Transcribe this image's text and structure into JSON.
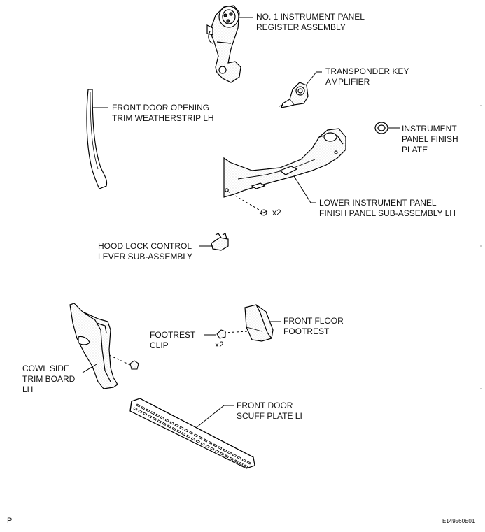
{
  "diagram": {
    "labels": {
      "register": [
        "NO. 1 INSTRUMENT PANEL",
        "REGISTER ASSEMBLY"
      ],
      "transponder": [
        "TRANSPONDER KEY",
        "AMPLIFIER"
      ],
      "weatherstrip": [
        "FRONT DOOR OPENING",
        "TRIM WEATHERSTRIP LH"
      ],
      "finish_plate": [
        "INSTRUMENT",
        "PANEL FINISH",
        "PLATE"
      ],
      "lower_panel": [
        "LOWER INSTRUMENT PANEL",
        "FINISH PANEL SUB-ASSEMBLY LH"
      ],
      "hood_lever": [
        "HOOD LOCK CONTROL",
        "LEVER SUB-ASSEMBLY"
      ],
      "footrest": [
        "FRONT FLOOR",
        "FOOTREST"
      ],
      "footrest_clip": [
        "FOOTREST",
        "CLIP"
      ],
      "cowl": [
        "COWL SIDE",
        "TRIM BOARD",
        "LH"
      ],
      "scuff": [
        "FRONT DOOR",
        "SCUFF PLATE LI"
      ]
    },
    "multipliers": {
      "lower_panel_screws": "x2",
      "footrest_clips": "x2"
    },
    "corner_left": "P",
    "corner_right": "E149560E01"
  }
}
